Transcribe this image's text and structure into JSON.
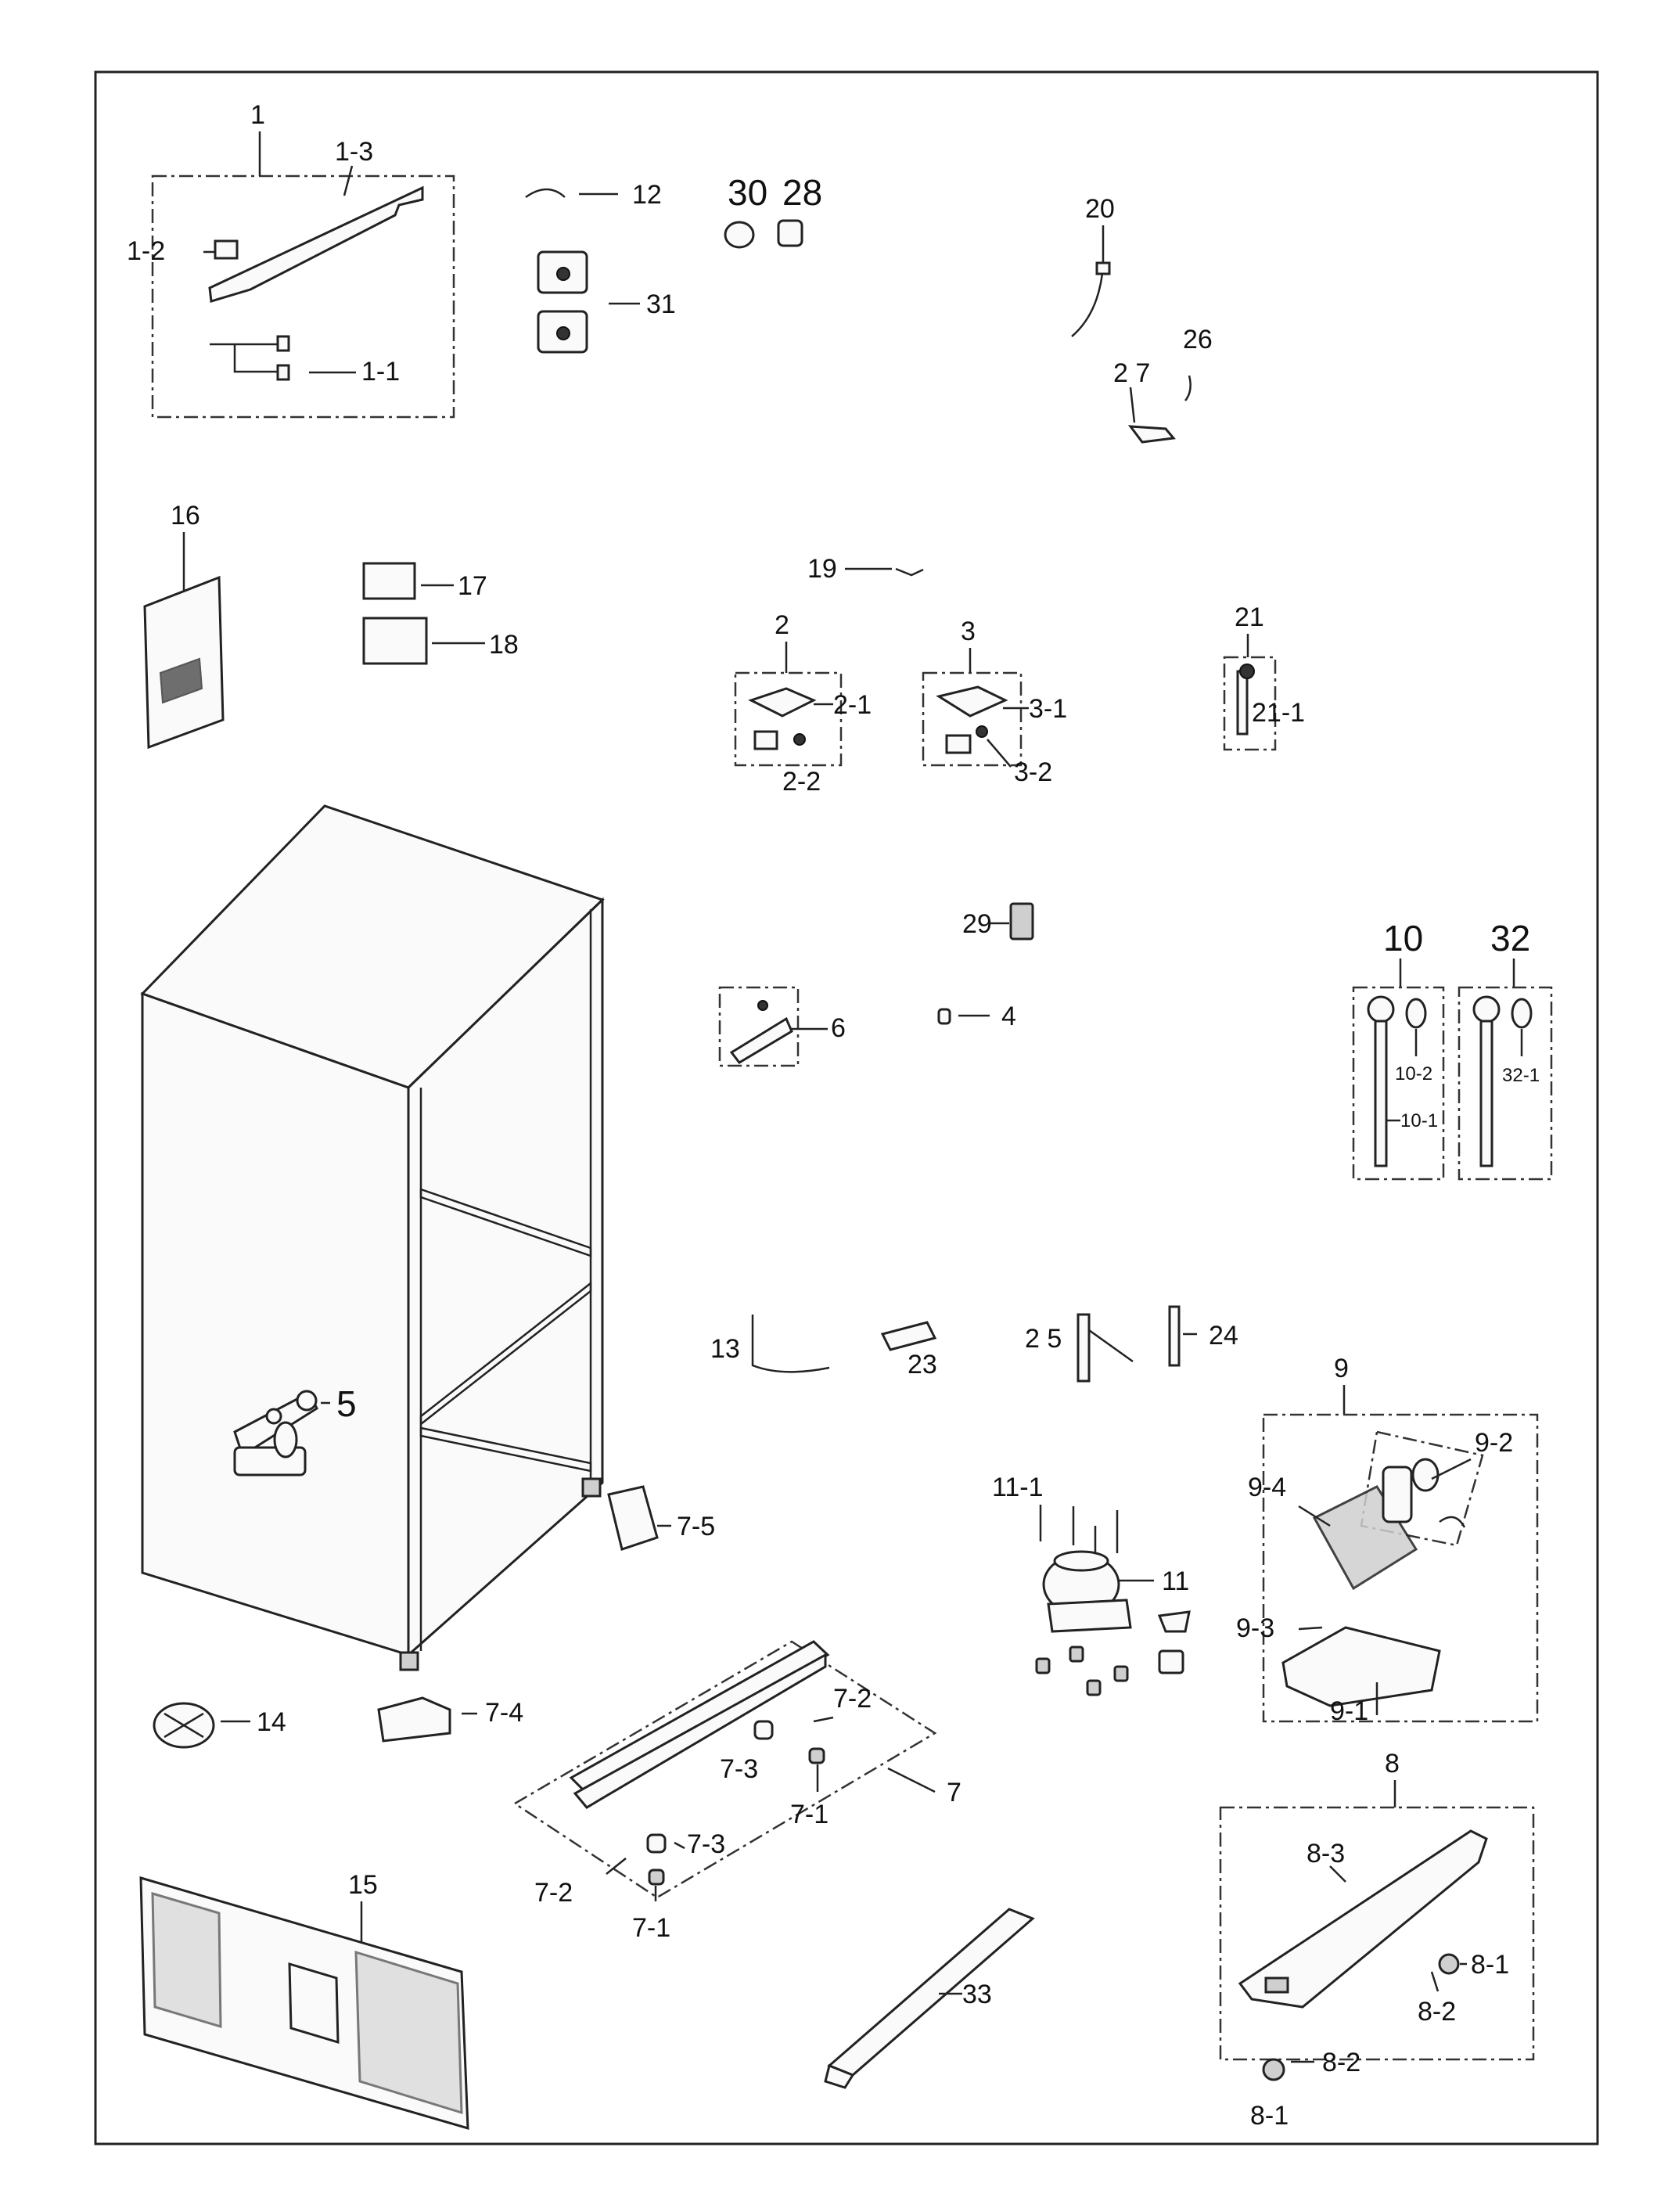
{
  "colors": {
    "ink": "#222222",
    "background": "#ffffff"
  },
  "labels": {
    "p1": "1",
    "p1_3": "1-3",
    "p1_2": "1-2",
    "p1_1": "1-1",
    "p12": "12",
    "p30": "30",
    "p28": "28",
    "p31": "31",
    "p20": "20",
    "p26": "26",
    "p27": "2 7",
    "p16": "16",
    "p17": "17",
    "p18": "18",
    "p19": "19",
    "p2": "2",
    "p2_1": "2-1",
    "p2_2": "2-2",
    "p3": "3",
    "p3_1": "3-1",
    "p3_2": "3-2",
    "p21": "21",
    "p21_1": "21-1",
    "p29": "29",
    "p6": "6",
    "p4": "4",
    "p10": "10",
    "p10_1": "10-1",
    "p10_2": "10-2",
    "p32": "32",
    "p32_1": "32-1",
    "p5": "5",
    "p13": "13",
    "p23": "23",
    "p25": "2 5",
    "p24": "24",
    "p9": "9",
    "p9_1": "9-1",
    "p9_2": "9-2",
    "p9_3": "9-3",
    "p9_4": "9-4",
    "p11": "11",
    "p11_1": "11-1",
    "p7": "7",
    "p7_1a": "7-1",
    "p7_1b": "7-1",
    "p7_2a": "7-2",
    "p7_2b": "7-2",
    "p7_3a": "7-3",
    "p7_3b": "7-3",
    "p7_4": "7-4",
    "p7_5": "7-5",
    "p14": "14",
    "p15": "15",
    "p33": "33",
    "p8": "8",
    "p8_1a": "8-1",
    "p8_1b": "8-1",
    "p8_2a": "8-2",
    "p8_2b": "8-2",
    "p8_3": "8-3"
  }
}
